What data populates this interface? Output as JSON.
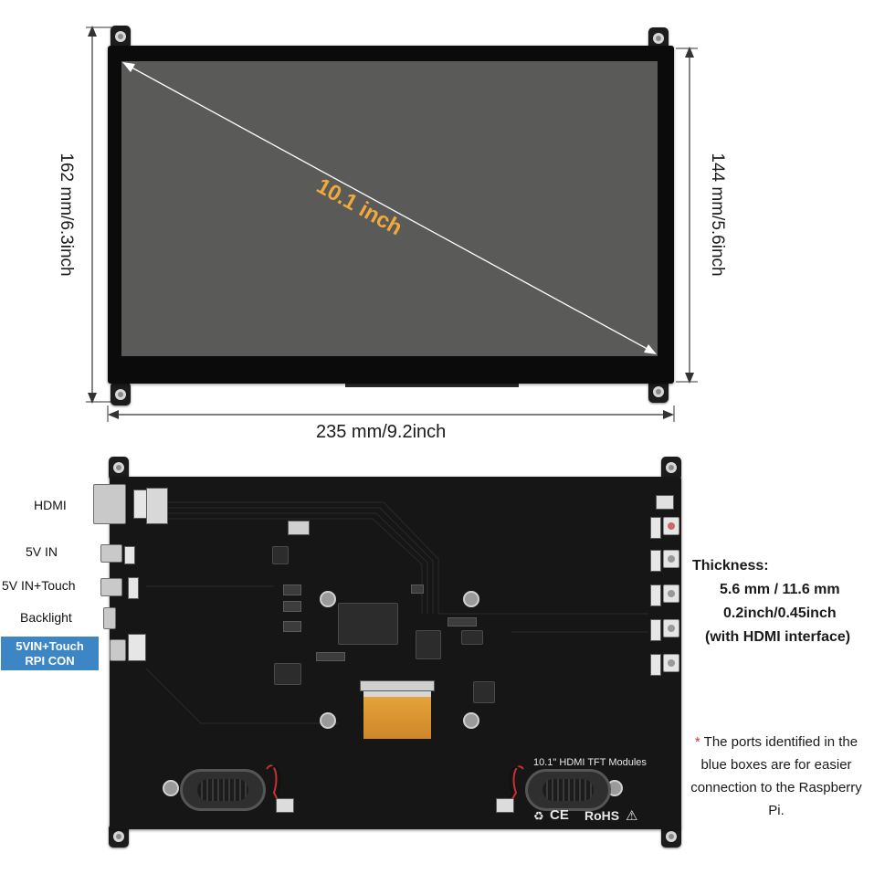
{
  "front_view": {
    "diagonal_label": "10.1 inch",
    "height_outer_label": "162 mm/6.3inch",
    "height_inner_label": "144 mm/5.6inch",
    "width_label": "235 mm/9.2inch"
  },
  "back_view": {
    "ports": [
      {
        "label": "HDMI"
      },
      {
        "label": "5V IN"
      },
      {
        "label": "5V IN+Touch"
      },
      {
        "label": "Backlight"
      }
    ],
    "highlight_port": {
      "line1": "5VIN+Touch",
      "line2": "RPI CON",
      "color": "#3d86c6"
    },
    "module_label": "10.1\" HDMI TFT Modules",
    "cert_label": "RoHS",
    "thickness": {
      "title": "Thickness:",
      "line1": "5.6 mm / 11.6 mm",
      "line2": "0.2inch/0.45inch",
      "line3": "(with HDMI interface)"
    },
    "note": {
      "asterisk": "*",
      "text": "The ports identified in the blue boxes are for easier connection to the Raspberry Pi.",
      "asterisk_color": "#d23232"
    }
  },
  "colors": {
    "diagonal_label": "#f0a93a",
    "screen": "#5a5a58",
    "bezel": "#0b0b0b"
  },
  "icons": [
    "screw-hole-icon",
    "hdmi-port-icon",
    "micro-usb-port-icon",
    "speaker-icon",
    "ce-mark-icon",
    "esd-warning-icon",
    "recycle-bin-icon"
  ]
}
